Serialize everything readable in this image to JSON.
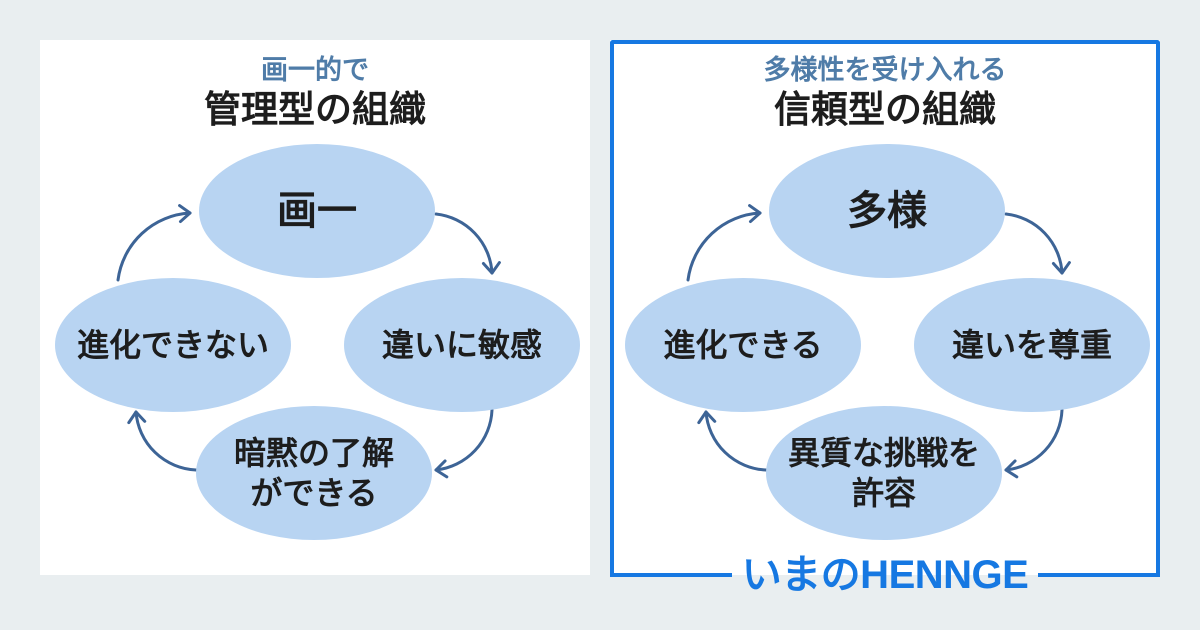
{
  "colors": {
    "background": "#e9eef0",
    "panel_white": "#ffffff",
    "ellipse_fill": "#b8d4f2",
    "arrow_blue": "#3d6496",
    "title_blue": "#4f7ca8",
    "text_dark": "#1d1d1d",
    "accent_blue": "#1678e2"
  },
  "left_panel": {
    "subtitle": "画一的で",
    "title": "管理型の組織",
    "nodes": {
      "top": "画一",
      "right": "違いに敏感",
      "bottom_line1": "暗黙の了解",
      "bottom_line2": "ができる",
      "left": "進化できない"
    }
  },
  "right_panel": {
    "subtitle": "多様性を受け入れる",
    "title": "信頼型の組織",
    "nodes": {
      "top": "多様",
      "right": "違いを尊重",
      "bottom_line1": "異質な挑戦を",
      "bottom_line2": "許容",
      "left": "進化できる"
    },
    "footer_label": "いまのHENNGE"
  }
}
